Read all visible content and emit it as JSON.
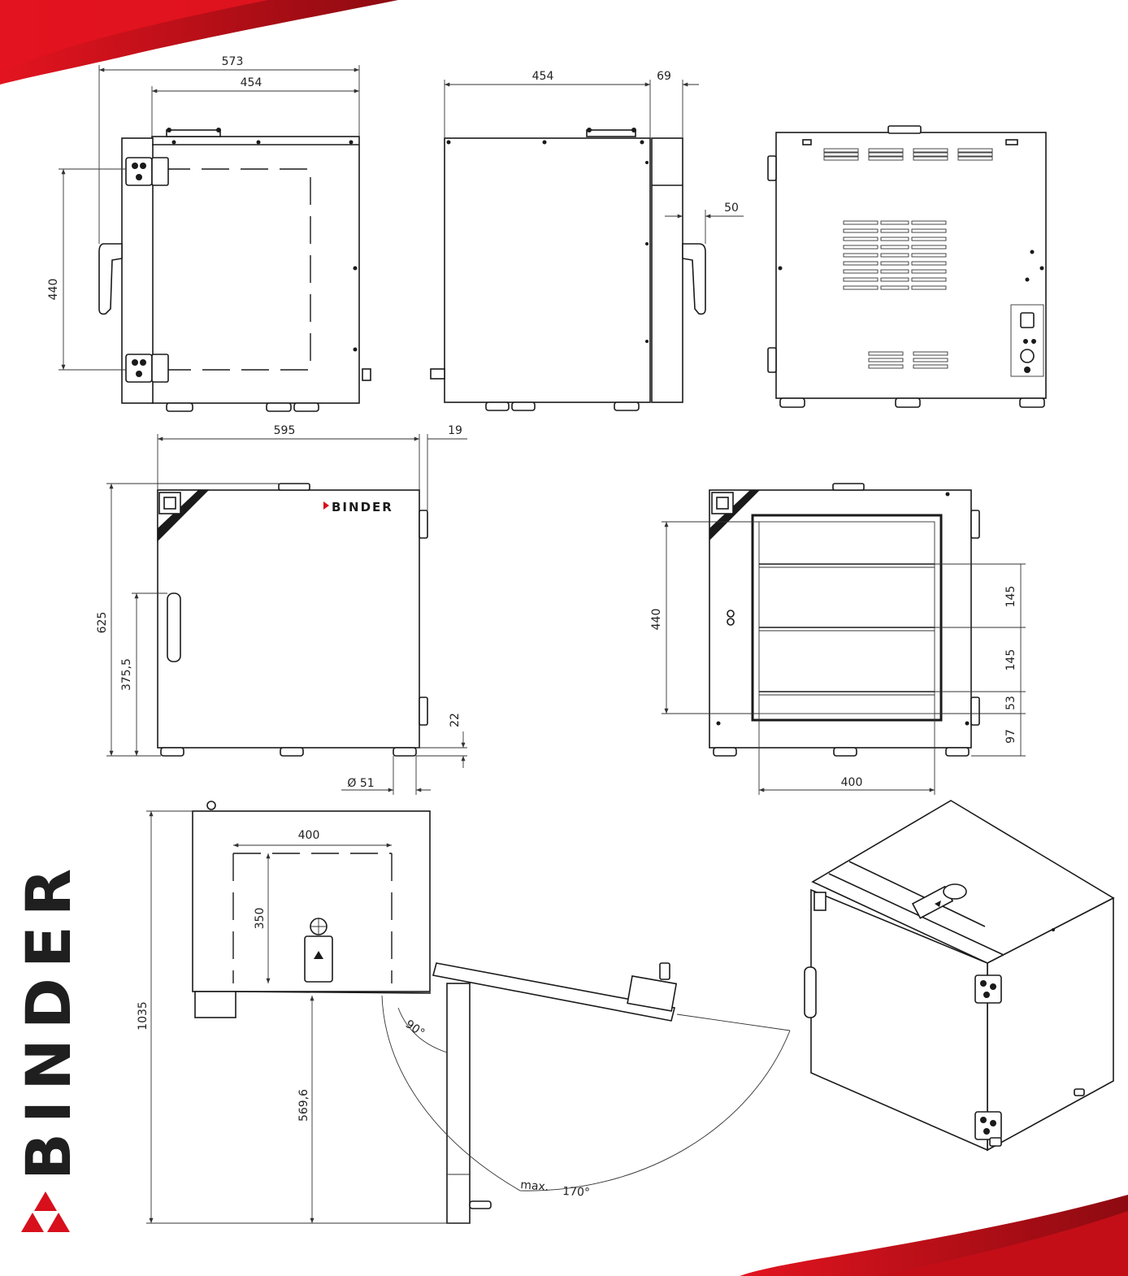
{
  "brand": {
    "name": "BINDER",
    "logo_name": "BINDER",
    "accent": "#d7101c",
    "accent_dark": "#9b0a12",
    "icon": "binder-triangles-logo"
  },
  "dimensions": {
    "side_overall_width": "573",
    "side_body_width": "454",
    "side_inner_height": "440",
    "side2_body_width": "454",
    "side2_door_depth": "69",
    "handle_projection": "50",
    "front_width": "595",
    "front_hinge_offset": "19",
    "front_height": "625",
    "handle_height": "375,5",
    "foot_height": "22",
    "foot_diameter": "Ø  51",
    "open_inner_height": "440",
    "shelf_gap_top": "145",
    "shelf_gap_mid": "145",
    "shelf_gap_low": "53",
    "bottom_offset": "97",
    "open_inner_width": "400",
    "top_inner_width": "400",
    "top_inner_depth": "350",
    "door_open_total": "1035",
    "door_swing_radius": "569,6",
    "angle_90": "90°",
    "angle_max_label": "max.",
    "angle_max": "170°"
  }
}
